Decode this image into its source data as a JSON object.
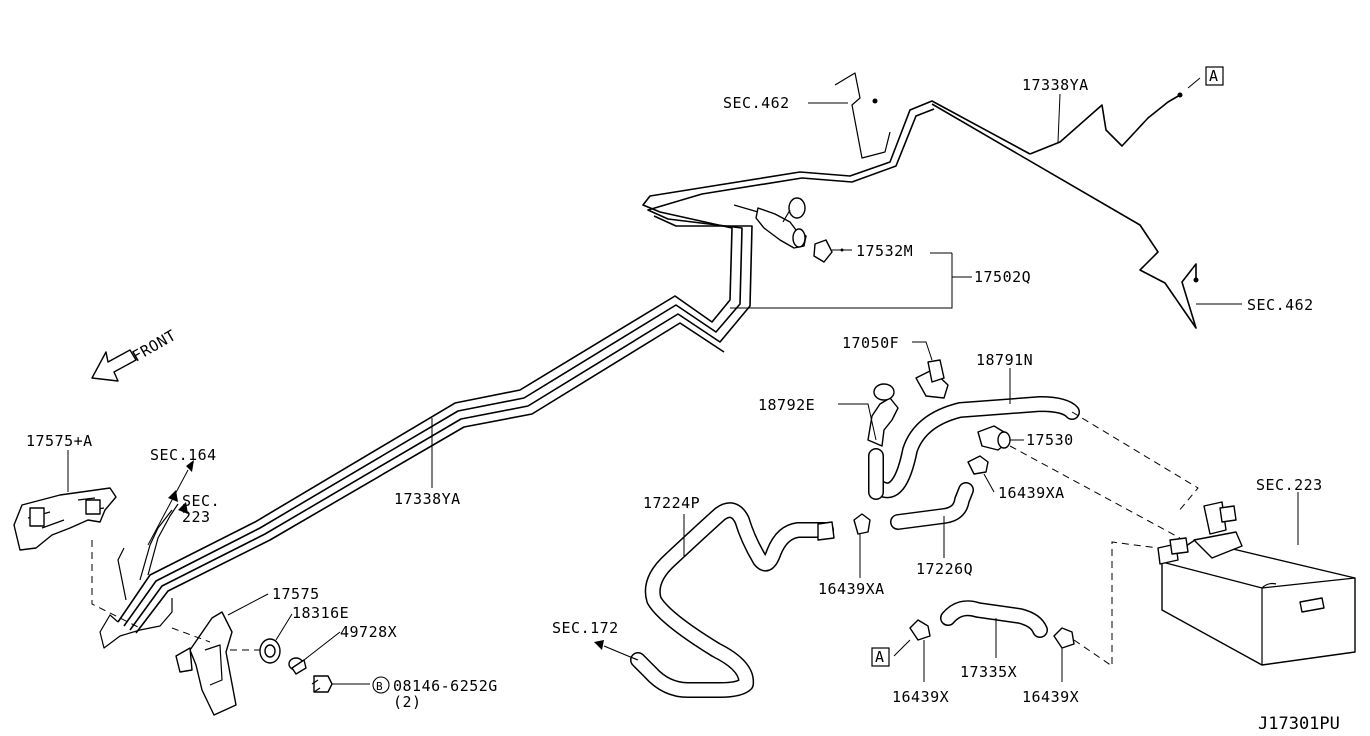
{
  "diagram_id": "J17301PU",
  "front_label": "FRONT",
  "labels": {
    "sec462_top": "SEC.462",
    "p17338YA_top": "17338YA",
    "ref_a_top": "A",
    "p17532M": "17532M",
    "p17502Q": "17502Q",
    "sec462_right": "SEC.462",
    "p17050F": "17050F",
    "p18791N": "18791N",
    "p18792E": "18792E",
    "p17530": "17530",
    "p16439XA_right": "16439XA",
    "sec223_right": "SEC.223",
    "p17575A": "17575+A",
    "sec164": "SEC.164",
    "sec223_left_1": "SEC.",
    "sec223_left_2": "223",
    "p17338YA_mid": "17338YA",
    "p17224P": "17224P",
    "p16439XA_mid": "16439XA",
    "p17226Q": "17226Q",
    "p17575": "17575",
    "p18316E": "18316E",
    "p49728X": "49728X",
    "bolt_symbol": "B",
    "p08146": "08146-6252G",
    "qty_2": "(2)",
    "sec172": "SEC.172",
    "ref_a_bottom": "A",
    "p16439X_left": "16439X",
    "p17335X": "17335X",
    "p16439X_right": "16439X"
  }
}
